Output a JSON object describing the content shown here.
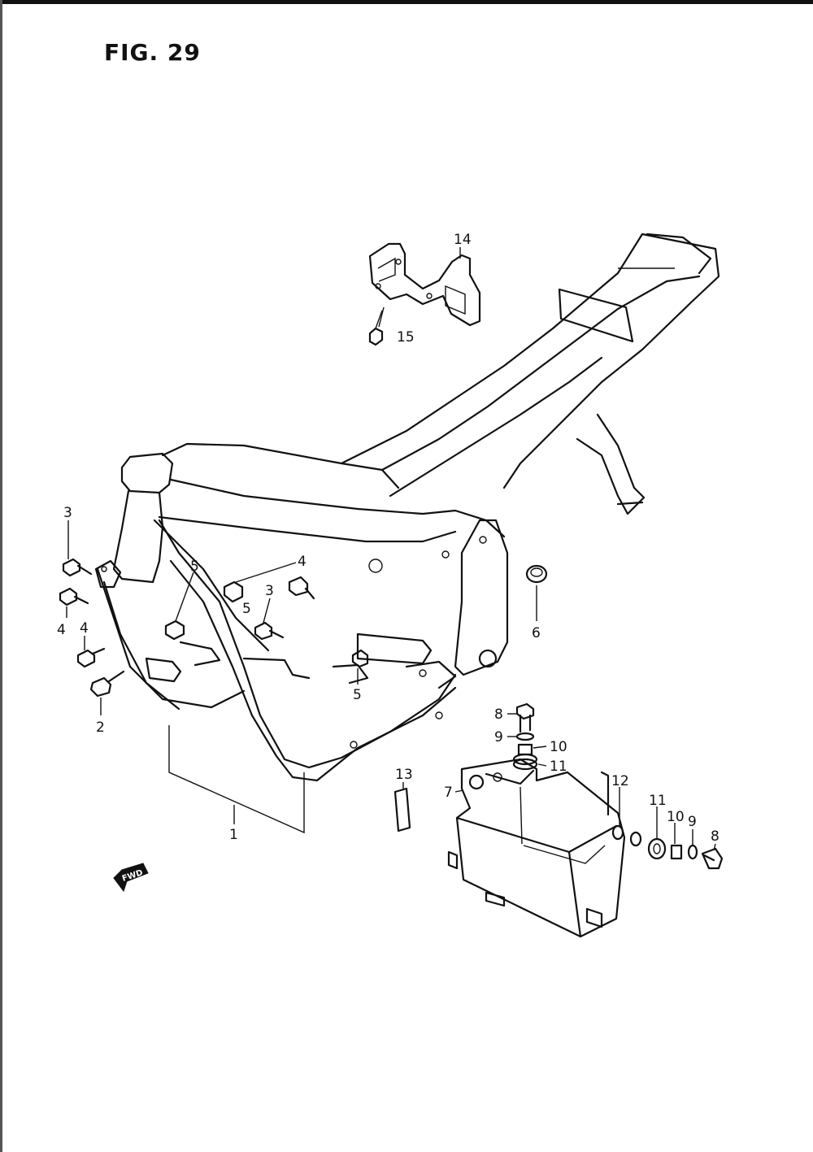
{
  "figure": {
    "title": "FIG. 29",
    "fwd_label": "FWD"
  },
  "callouts": [
    {
      "id": "c14",
      "label": "14"
    },
    {
      "id": "c15",
      "label": "15"
    },
    {
      "id": "c3a",
      "label": "3"
    },
    {
      "id": "c5a",
      "label": "5"
    },
    {
      "id": "c4a",
      "label": "4"
    },
    {
      "id": "c3b",
      "label": "3"
    },
    {
      "id": "c5b",
      "label": "5"
    },
    {
      "id": "c4b",
      "label": "4"
    },
    {
      "id": "c4c",
      "label": "4"
    },
    {
      "id": "c6",
      "label": "6"
    },
    {
      "id": "c5c",
      "label": "5"
    },
    {
      "id": "c2",
      "label": "2"
    },
    {
      "id": "c1",
      "label": "1"
    },
    {
      "id": "c8a",
      "label": "8"
    },
    {
      "id": "c9a",
      "label": "9"
    },
    {
      "id": "c10a",
      "label": "10"
    },
    {
      "id": "c11a",
      "label": "11"
    },
    {
      "id": "c13",
      "label": "13"
    },
    {
      "id": "c7",
      "label": "7"
    },
    {
      "id": "c12",
      "label": "12"
    },
    {
      "id": "c11b",
      "label": "11"
    },
    {
      "id": "c10b",
      "label": "10"
    },
    {
      "id": "c9b",
      "label": "9"
    },
    {
      "id": "c8b",
      "label": "8"
    }
  ]
}
